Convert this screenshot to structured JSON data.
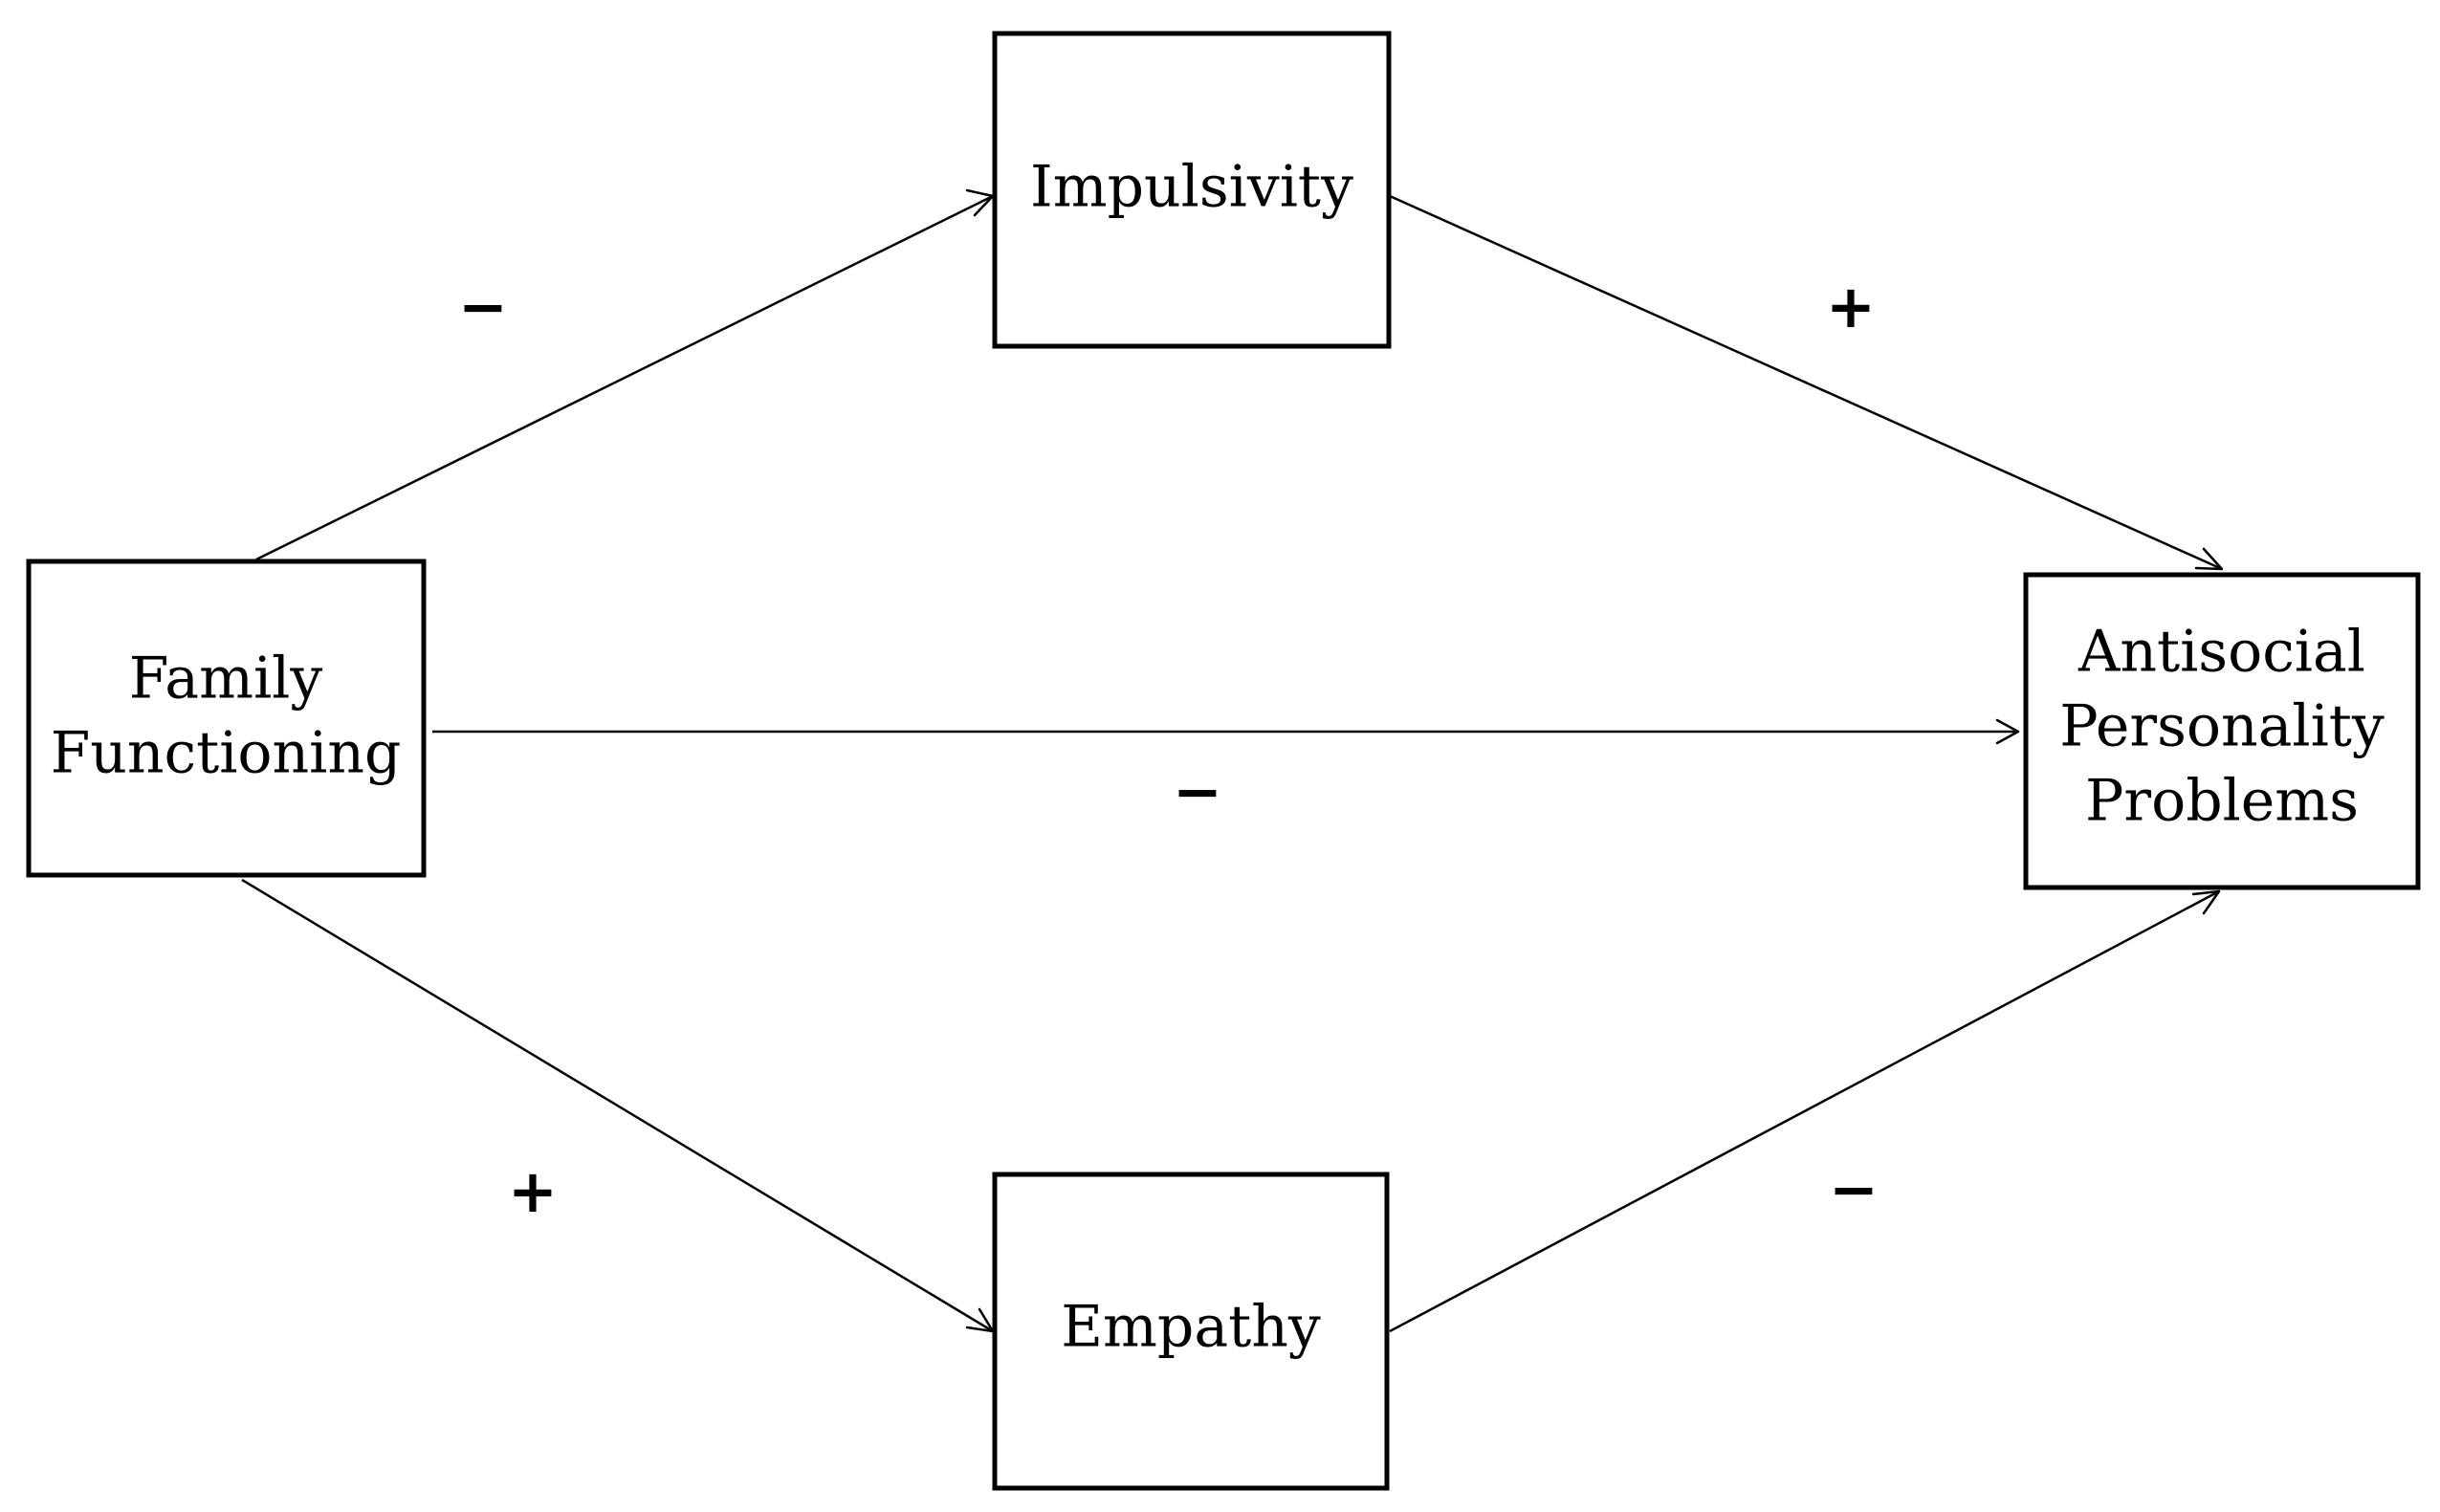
{
  "nodes": {
    "family_functioning": {
      "lines": [
        "Family",
        "Functioning"
      ]
    },
    "impulsivity": {
      "lines": [
        "Impulsivity"
      ]
    },
    "empathy": {
      "lines": [
        "Empathy"
      ]
    },
    "antisocial": {
      "lines": [
        "Antisocial",
        "Personality",
        "Problems"
      ]
    }
  },
  "edges": {
    "family_to_impulsivity": {
      "sign": "−"
    },
    "impulsivity_to_antisocial": {
      "sign": "+"
    },
    "family_to_antisocial": {
      "sign": "−"
    },
    "family_to_empathy": {
      "sign": "+"
    },
    "empathy_to_antisocial": {
      "sign": "−"
    }
  }
}
